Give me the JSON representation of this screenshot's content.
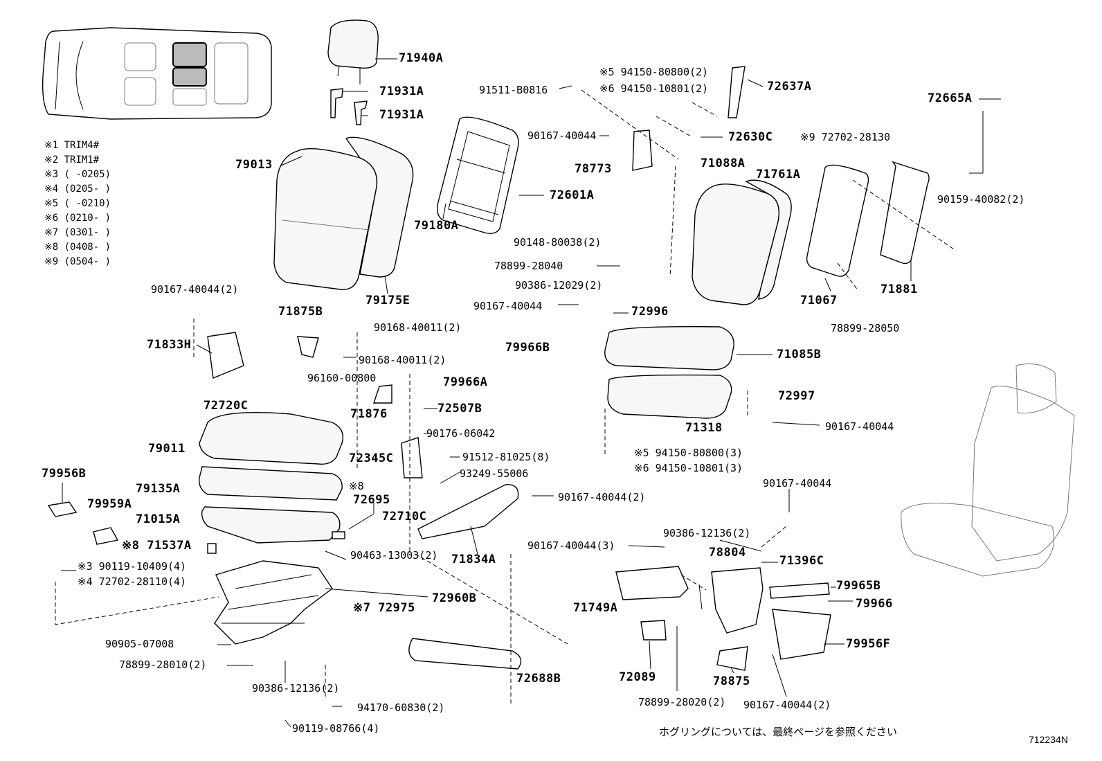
{
  "legend": [
    "※1 TRIM4#",
    "※2 TRIM1#",
    "※3 (     -0205)",
    "※4 (0205-     )",
    "※5 (     -0210)",
    "※6 (0210-     )",
    "※7 (0301-     )",
    "※8 (0408-     )",
    "※9 (0504-     )"
  ],
  "parts": {
    "p71940A": "71940A",
    "p71931A_1": "71931A",
    "p71931A_2": "71931A",
    "p79013": "79013",
    "p79175E": "79175E",
    "p79180A": "79180A",
    "p91511": "91511-B0816",
    "p90167_a": "90167-40044",
    "p78773": "78773",
    "p72601A": "72601A",
    "p90148": "90148-80038(2)",
    "p5_94150_top": "※5 94150-80800(2)",
    "p6_94150_top": "※6 94150-10801(2)",
    "p72637A": "72637A",
    "p72630C": "72630C",
    "p71088A": "71088A",
    "p71761A": "71761A",
    "p9_72702": "※9 72702-28130",
    "p72665A": "72665A",
    "p90159": "90159-40082(2)",
    "p71067": "71067",
    "p71881": "71881",
    "p78899_28050": "78899-28050",
    "p78899_28040": "78899-28040",
    "p90386_12029": "90386-12029(2)",
    "p90167_b": "90167-40044",
    "p72996": "72996",
    "p90167_40044_2a": "90167-40044(2)",
    "p71833H": "71833H",
    "p71875B": "71875B",
    "p90168_a": "90168-40011(2)",
    "p90168_b": "90168-40011(2)",
    "p79966B": "79966B",
    "p79966A": "79966A",
    "p96160": "96160-00800",
    "p72720C": "72720C",
    "p71876": "71876",
    "p72507B": "72507B",
    "p90176": "90176-06042",
    "p79011": "79011",
    "p72345C": "72345C",
    "p91512": "91512-81025(8)",
    "p93249": "93249-55006",
    "p71085B": "71085B",
    "p72997": "72997",
    "p71318": "71318",
    "p90167_c": "90167-40044",
    "p5_94150_mid": "※5 94150-80800(3)",
    "p6_94150_mid": "※6 94150-10801(3)",
    "p79956B": "79956B",
    "p79135A": "79135A",
    "p8_a": "※8",
    "p72695": "72695",
    "p79959A": "79959A",
    "p71015A": "71015A",
    "p72710C": "72710C",
    "p90167_40044_2b": "90167-40044(2)",
    "p90167_d": "90167-40044",
    "p8_71537A": "※8 71537A",
    "p3_90119": "※3 90119-10409(4)",
    "p4_72702": "※4 72702-28110(4)",
    "p90463": "90463-13003(2)",
    "p71834A": "71834A",
    "p90167_3": "90167-40044(3)",
    "p90386_12136_r": "90386-12136(2)",
    "p78804": "78804",
    "p71396C": "71396C",
    "p79965B": "79965B",
    "p79966": "79966",
    "p7_72975": "※7 72975",
    "p72960B": "72960B",
    "p71749A": "71749A",
    "p90905": "90905-07008",
    "p78899_28010": "78899-28010(2)",
    "p90386_12136_l": "90386-12136(2)",
    "p72688B": "72688B",
    "p72089": "72089",
    "p78875": "78875",
    "p79956F": "79956F",
    "p94170": "94170-60830(2)",
    "p78899_28020": "78899-28020(2)",
    "p90167_40044_2c": "90167-40044(2)",
    "p90119_08766": "90119-08766(4)"
  },
  "footnote": "ホグリングについては、最終ページを参照ください",
  "diagram_id": "712234N"
}
